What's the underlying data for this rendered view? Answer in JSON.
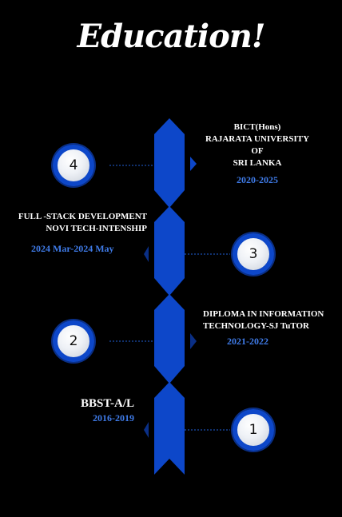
{
  "title": "Education!",
  "accent": "#0d47c9",
  "date_color": "#3f7be8",
  "entries": [
    {
      "number": "4",
      "lines": [
        "BICT(Hons)",
        "RAJARATA UNIVERSITY OF",
        "SRI LANKA"
      ],
      "date": "2020-2025"
    },
    {
      "number": "3",
      "lines": [
        "FULL -STACK DEVELOPMENT",
        "NOVI TECH-INTENSHIP"
      ],
      "date": "2024 Mar-2024 May"
    },
    {
      "number": "2",
      "lines": [
        "DIPLOMA IN  INFORMATION",
        "TECHNOLOGY-SJ TuTOR"
      ],
      "date": "2021-2022"
    },
    {
      "number": "1",
      "lines": [
        "BBST-A/L"
      ],
      "date": "2016-2019"
    }
  ]
}
